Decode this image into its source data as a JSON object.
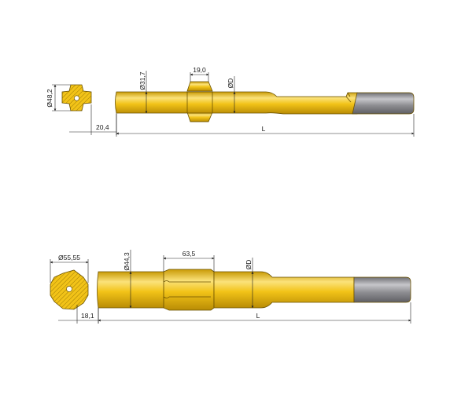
{
  "colors": {
    "body": "#f2c318",
    "body_highlight": "#fbe27a",
    "body_shadow": "#c99a06",
    "outline": "#6b5200",
    "steel": "#8e8e92",
    "steel_highlight": "#c6c6ca",
    "dim_line": "#222222"
  },
  "shank1": {
    "section_diameter": "Ø48,2",
    "offset": "20,4",
    "body_diameter": "Ø31,7",
    "spline_length": "19,0",
    "diameter_d": "ØD",
    "length": "L"
  },
  "shank2": {
    "section_diameter": "Ø55,55",
    "offset": "18,1",
    "body_diameter": "Ø44,3",
    "spline_length": "63,5",
    "diameter_d": "ØD",
    "length": "L"
  }
}
